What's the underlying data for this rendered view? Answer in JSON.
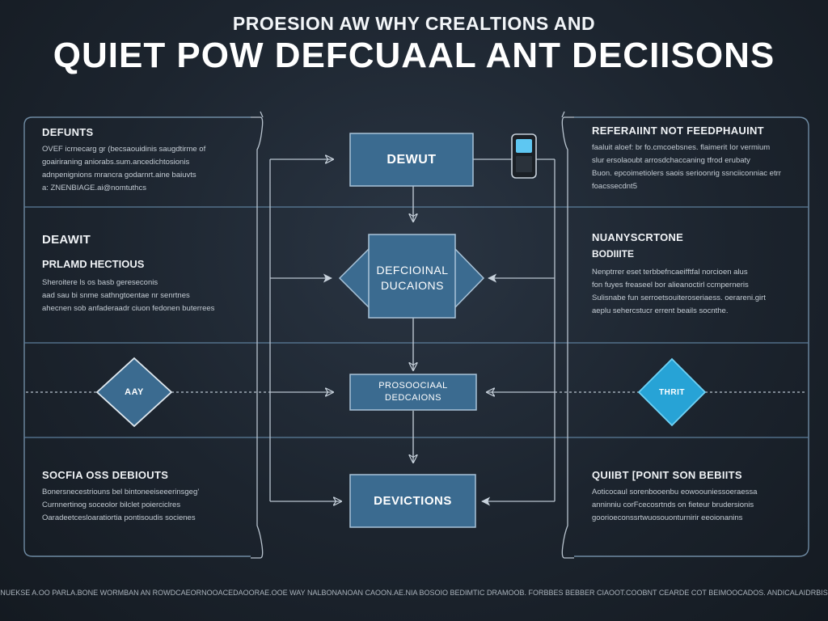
{
  "header": {
    "supertitle": "PROESION AW WHY CREALTIONS AND",
    "title": "QUIET POW DEFCUAAL ANT DECIISONS"
  },
  "left_panels": [
    {
      "heading": "DEFUNTS",
      "lines": [
        "OVEF icrnecarg gr (becsaouidinis saugdtirme of",
        "goairiraning aniorabs.sum.ancedichtosionis",
        "adnpenignions mrancra godarnrt.aine baiuvts",
        "a: ZNENBIAGE.ai@nomtuthcs"
      ]
    },
    {
      "heading": "DEAWIT",
      "subheading": "PRLAMD HECTIOUS",
      "lines": [
        "Sheroitere ls os basb gereseconis",
        "aad sau bi snme sathngtoentae nr senrtnes",
        "ahecnen sob anfaderaadr ciuon fedonen buterrees"
      ]
    },
    {
      "heading": "SOCFIA OSS DEBIOUTS",
      "lines": [
        "Bonersnecestriouns bel bintoneeiseeerinsgeg’",
        "Curnnertinog soceolor bilclet poierciclres",
        "Oaradeetcesloaratiortia pontisoudis socienes"
      ]
    }
  ],
  "right_panels": [
    {
      "heading": "REFERAIINT NOT FEEDPHAUINT",
      "lines": [
        "faaluit aloef: br fo.cmcoebsnes. flaimerit Ior vermium",
        "slur ersolaoubt arrosdchaccaning tfrod erubaty",
        "Buon. epcoimetiolers saois serioonrig ssnciiconniac etrr",
        "foacssecdnt5"
      ]
    },
    {
      "heading": "NUANYSCRTONE",
      "subheading": "BODIIITE",
      "lines": [
        "Nenptrrer eset terbbefncaeifftfal norcioen alus",
        "fon fuyes freaseel bor alieanoctirl ccmperneris",
        "Sulisnabe fun serroetsouiteroseriaess. oerareni.girt",
        "aeplu sehercstucr errent beails socnthe."
      ]
    },
    {
      "heading": "QUIIBT [PONIT SON BEBIITS",
      "lines": [
        "Aoticocaul sorenbooenbu eowoouniessoeraessa",
        "anninniu corFcecosrtnds on fieteur brudersionis",
        "goorioeconssrtwuosouonturnirir eeoionanins"
      ]
    }
  ],
  "nodes": {
    "top_box": "DEWUT",
    "center_diamond_line1": "DEFCIOINAL",
    "center_diamond_line2": "DUCAIONS",
    "middle_box_line1": "PROSOOCIAAL",
    "middle_box_line2": "DEDCAIONS",
    "bottom_box": "DEVICTIONS",
    "left_diamond": "AAY",
    "right_diamond": "THRIT"
  },
  "icons": {
    "device": "phone-device-icon"
  },
  "footer": "NUEKSE A.OO PARLA.BONE WORMBAN AN ROWDCAEORNOOACEDAOORAE.OOE WAY NALBONANOAN CAOON.AE.NIA BOSOIO BEDIMTIC DRAMOOB. FORBBES BEBBER CIAOOT.COOBNT CEARDE COT BEIMOOCADOS. ANDICALAIDRBIS"
}
